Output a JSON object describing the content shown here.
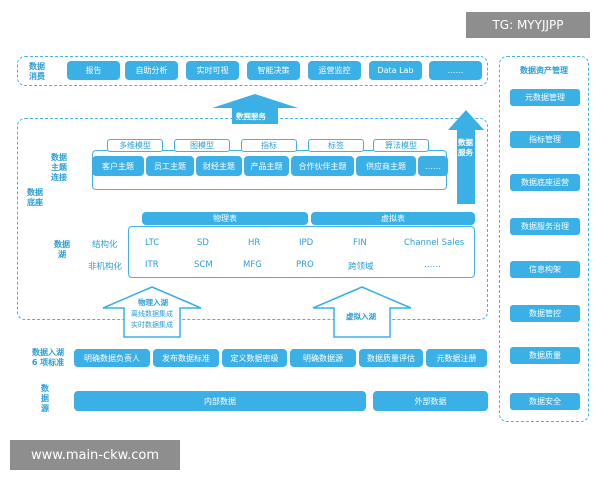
{
  "watermark_top": "TG: MYYJJPP",
  "watermark_bottom": "www.main-ckw.com",
  "consumption": {
    "label": "数据\n消费",
    "items": [
      "报告",
      "自助分析",
      "实时可视",
      "智能决策",
      "运营监控",
      "Data Lab",
      "……"
    ]
  },
  "arrows": {
    "data_service_center": "数据服务",
    "data_service_right": "数据\n服务",
    "physical_in": "物理入湖",
    "physical_in_sub1": "离线数据集成",
    "physical_in_sub2": "实时数据集成",
    "virtual_in": "虚拟入湖"
  },
  "base": {
    "label": "数据\n底座",
    "theme": {
      "label": "数据\n主题\n连接",
      "models": [
        "多维模型",
        "图模型",
        "指标",
        "标签",
        "算法模型"
      ],
      "subjects": [
        "客户主题",
        "员工主题",
        "财经主题",
        "产品主题",
        "合作伙伴主题",
        "供应商主题",
        "……"
      ]
    },
    "lake": {
      "label": "数据\n湖",
      "physical_table": "物理表",
      "virtual_table": "虚拟表",
      "structured_label": "结构化",
      "structured": [
        "LTC",
        "SD",
        "HR",
        "IPD",
        "FIN",
        "Channel Sales"
      ],
      "unstructured_label": "非机构化",
      "unstructured": [
        "ITR",
        "SCM",
        "MFG",
        "PRO",
        "跨领域",
        "……"
      ]
    }
  },
  "standards": {
    "label": "数据入湖\n6 项标准",
    "items": [
      "明确数据负责人",
      "发布数据标准",
      "定义数据密级",
      "明确数据源",
      "数据质量评估",
      "元数据注册"
    ]
  },
  "source": {
    "label": "数\n据\n源",
    "internal": "内部数据",
    "external": "外部数据"
  },
  "asset_mgmt": {
    "title": "数据资产管理",
    "items": [
      "元数据管理",
      "指标管理",
      "数据底座运营",
      "数据服务治理",
      "信息构架",
      "数据管控",
      "数据质量",
      "数据安全"
    ]
  },
  "colors": {
    "primary": "#3ab0e6",
    "text": "#2e9fd4",
    "border": "#45b2e3"
  }
}
